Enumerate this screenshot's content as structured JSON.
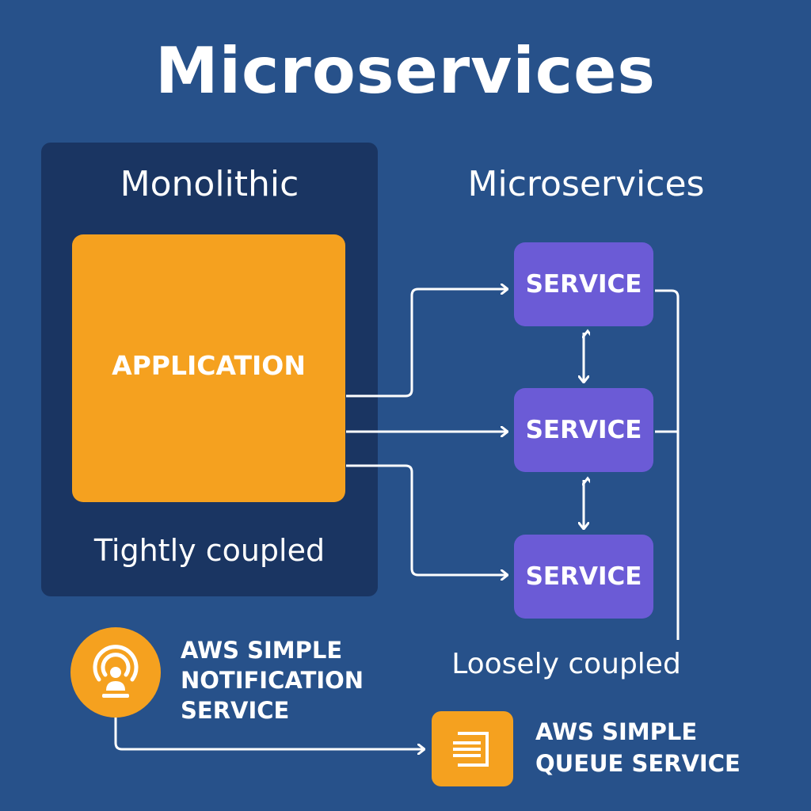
{
  "title": "Microservices",
  "monolithic": {
    "heading": "Monolithic",
    "application_label": "APPLICATION",
    "caption": "Tightly coupled"
  },
  "microservices": {
    "heading": "Microservices",
    "services": [
      "SERVICE",
      "SERVICE",
      "SERVICE"
    ],
    "caption": "Loosely coupled"
  },
  "aws": {
    "sns_lines": [
      "AWS SIMPLE",
      "NOTIFICATION",
      "SERVICE"
    ],
    "sqs_lines": [
      "AWS SIMPLE",
      "QUEUE SERVICE"
    ],
    "sns_icon": "broadcast-person-icon",
    "sqs_icon": "queue-icon"
  },
  "colors": {
    "background": "#27518a",
    "panel": "#1a3562",
    "application": "#f5a11f",
    "service": "#6b5bd6",
    "aws_icon": "#f5a11f"
  }
}
